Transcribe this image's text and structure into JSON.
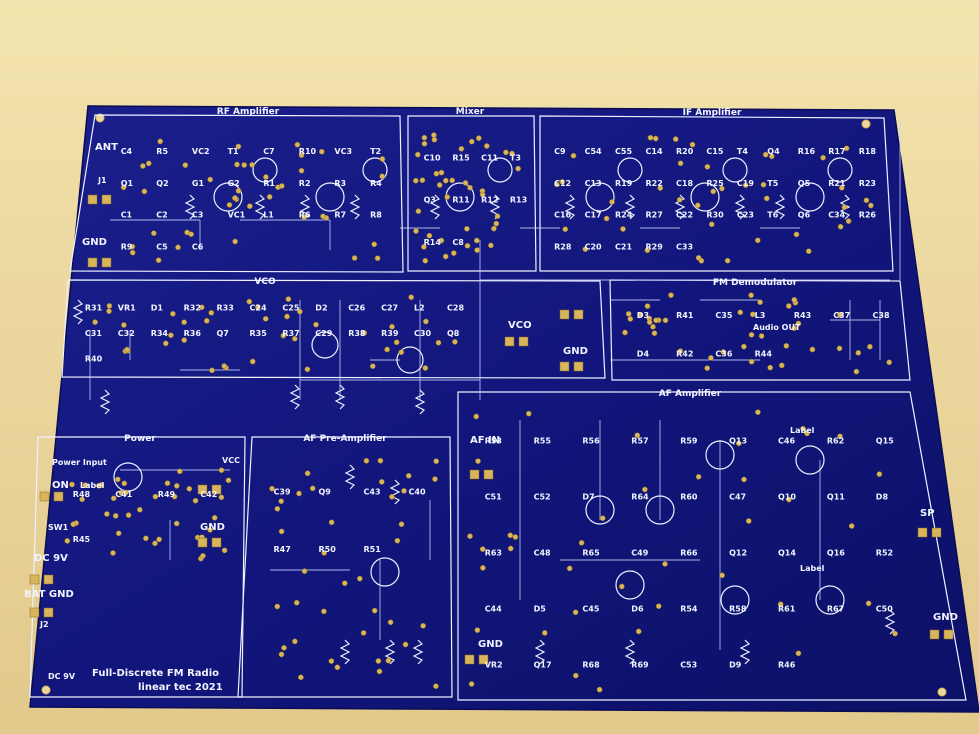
{
  "board": {
    "title": "Full-Discrete FM Radio",
    "credit": "linear tec 2021",
    "colors": {
      "pcb": "#10147a",
      "silk": "#eef1ff",
      "gold": "#d8b45a",
      "table": "#ecd8a0"
    }
  },
  "sections": {
    "rf": "RF Amplifier",
    "mixer": "Mixer",
    "if": "IF Amplifier",
    "vco": "VCO",
    "fm": "FM Demodulator",
    "power": "Power",
    "afpre": "AF Pre-Amplifier",
    "af": "AF Amplifier"
  },
  "connectors": {
    "ant": "ANT",
    "gnd": "GND",
    "vcc": "VCC",
    "vco_out": "VCO",
    "af_in": "AF IN",
    "sp": "SP",
    "on": "ON",
    "dc9v": "DC 9V",
    "bat_gnd": "BAT GND",
    "power_input": "Power Input",
    "audio_out": "Audio OUT",
    "label": "Label",
    "sw1": "SW1",
    "j1": "J1",
    "j2": "J2",
    "dc9v_small": "DC 9V"
  },
  "components": [
    "C4",
    "R5",
    "VC2",
    "T1",
    "C7",
    "R10",
    "VC3",
    "T2",
    "Q1",
    "Q2",
    "G1",
    "G2",
    "R1",
    "R2",
    "R3",
    "R4",
    "C1",
    "C2",
    "C3",
    "VC1",
    "L1",
    "R6",
    "R7",
    "R8",
    "R9",
    "C5",
    "C6",
    "C10",
    "R15",
    "C11",
    "T3",
    "Q3",
    "R11",
    "R12",
    "R13",
    "R14",
    "C8",
    "C9",
    "C54",
    "C55",
    "C14",
    "R20",
    "C15",
    "T4",
    "Q4",
    "R16",
    "R17",
    "R18",
    "C12",
    "C13",
    "R19",
    "R22",
    "C18",
    "R25",
    "C19",
    "T5",
    "Q5",
    "R21",
    "R23",
    "C16",
    "C17",
    "R24",
    "R27",
    "C22",
    "R30",
    "C23",
    "T6",
    "Q6",
    "C34",
    "R26",
    "R28",
    "C20",
    "C21",
    "R29",
    "C33",
    "R31",
    "VR1",
    "D1",
    "R32",
    "R33",
    "C24",
    "C25",
    "D2",
    "C26",
    "C27",
    "L2",
    "C28",
    "C31",
    "C32",
    "R34",
    "R36",
    "Q7",
    "R35",
    "R37",
    "C29",
    "R38",
    "R39",
    "C30",
    "Q8",
    "R40",
    "D3",
    "R41",
    "C35",
    "L3",
    "R43",
    "C37",
    "C38",
    "D4",
    "R42",
    "C36",
    "R44",
    "R53",
    "R55",
    "R56",
    "R57",
    "R59",
    "Q13",
    "C46",
    "R62",
    "Q15",
    "C51",
    "C52",
    "D7",
    "R64",
    "R60",
    "C47",
    "Q10",
    "Q11",
    "D8",
    "R63",
    "C48",
    "R65",
    "C49",
    "R66",
    "Q12",
    "Q14",
    "Q16",
    "R52",
    "C44",
    "D5",
    "C45",
    "D6",
    "R54",
    "R58",
    "R61",
    "R67",
    "C50",
    "VR2",
    "Q17",
    "R68",
    "R69",
    "C53",
    "D9",
    "R46",
    "R48",
    "C41",
    "R49",
    "C42",
    "R45",
    "C39",
    "Q9",
    "C43",
    "C40",
    "R47",
    "R50",
    "R51"
  ]
}
